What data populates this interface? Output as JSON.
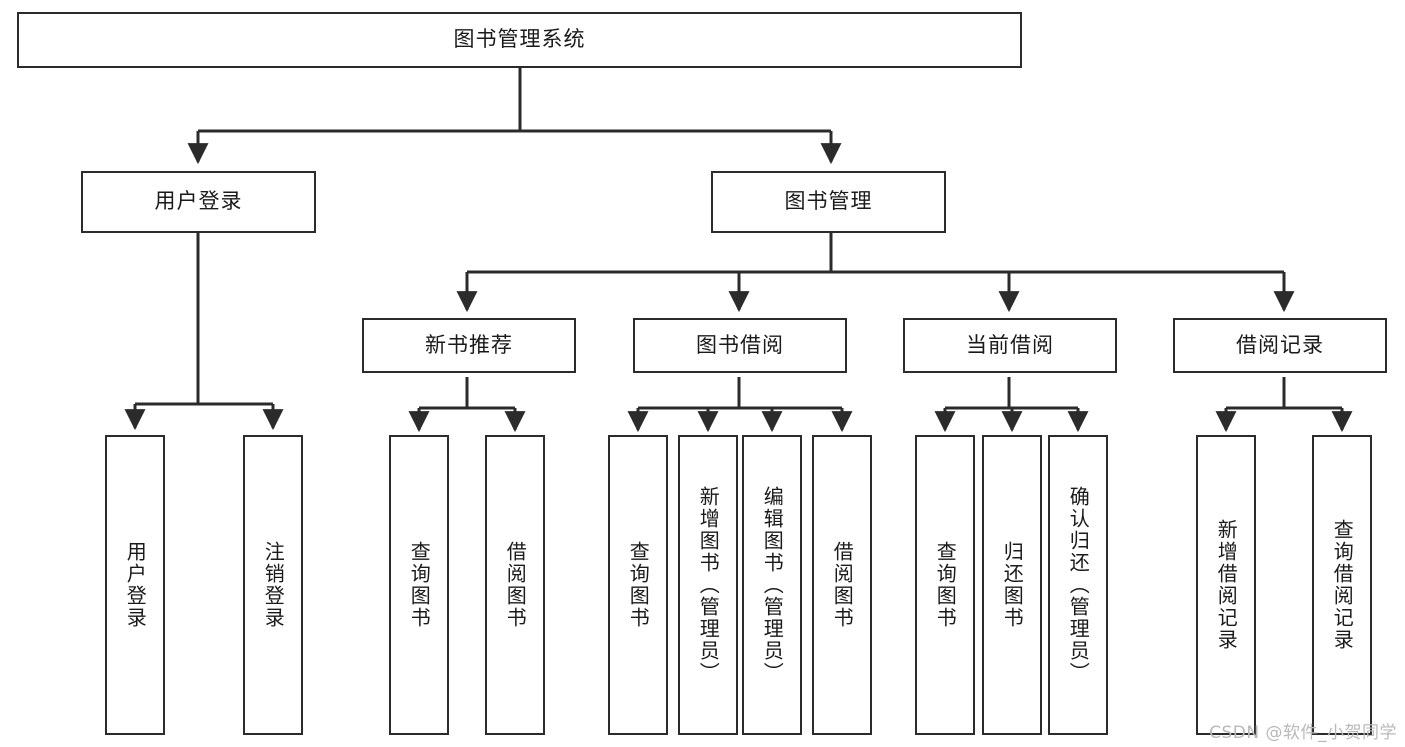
{
  "diagram": {
    "title": "图书管理系统",
    "type": "tree-hierarchy-diagram",
    "colors": {
      "box_border": "#2b2b2b",
      "box_fill": "#ffffff",
      "connector": "#2b2b2b",
      "text": "#1a1a1a",
      "watermark": "#b9b9b9"
    },
    "root": {
      "label": "图书管理系统"
    },
    "level2": [
      {
        "label": "用户登录"
      },
      {
        "label": "图书管理"
      }
    ],
    "level3": [
      {
        "label": "新书推荐"
      },
      {
        "label": "图书借阅"
      },
      {
        "label": "当前借阅"
      },
      {
        "label": "借阅记录"
      }
    ],
    "leaves": {
      "user_login": [
        {
          "label": "用户登录"
        },
        {
          "label": "注销登录"
        }
      ],
      "new_book_recommend": [
        {
          "label": "查询图书"
        },
        {
          "label": "借阅图书"
        }
      ],
      "book_borrow": [
        {
          "label": "查询图书"
        },
        {
          "label": "新增图书（管理员）"
        },
        {
          "label": "编辑图书（管理员）"
        },
        {
          "label": "借阅图书"
        }
      ],
      "current_borrow": [
        {
          "label": "查询图书"
        },
        {
          "label": "归还图书"
        },
        {
          "label": "确认归还（管理员）"
        }
      ],
      "borrow_records": [
        {
          "label": "新增借阅记录"
        },
        {
          "label": "查询借阅记录"
        }
      ]
    }
  },
  "watermark": {
    "text": "CSDN @软件_小贺同学"
  }
}
